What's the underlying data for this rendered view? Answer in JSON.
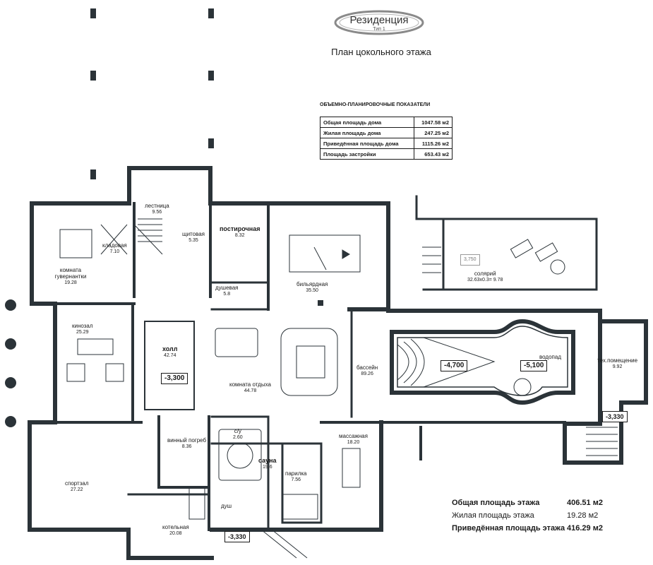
{
  "header": {
    "brand": "Резиденция",
    "brand_sub": "Тип 1",
    "plan_title": "План цокольного этажа"
  },
  "indicators": {
    "title": "ОБЪЕМНО-ПЛАНИРОВОЧНЫЕ ПОКАЗАТЕЛИ",
    "rows": [
      {
        "label": "Общая площадь дома",
        "value": "1047.58 м2"
      },
      {
        "label": "Жилая площадь дома",
        "value": "247.25 м2"
      },
      {
        "label": "Приведённая площадь дома",
        "value": "1115.26 м2"
      },
      {
        "label": "Площадь застройки",
        "value": "653.43 м2"
      }
    ]
  },
  "rooms": [
    {
      "name": "лестница",
      "area": "9.56"
    },
    {
      "name": "кладовая",
      "area": "7.10"
    },
    {
      "name": "щитовая",
      "area": "5.35"
    },
    {
      "name": "постирочная",
      "area": "8.32"
    },
    {
      "name": "душевая",
      "area": "5.8"
    },
    {
      "name": "бильярдная",
      "area": "35.50"
    },
    {
      "name": "солярий",
      "area": "32.63x0.3= 9.78"
    },
    {
      "name": "комната гувернантки",
      "area": "19.28"
    },
    {
      "name": "кинозал",
      "area": "25.29"
    },
    {
      "name": "холл",
      "area": "42.74"
    },
    {
      "name": "комната отдыха",
      "area": "44.78"
    },
    {
      "name": "бассейн",
      "area": "89.26"
    },
    {
      "name": "водопад",
      "area": ""
    },
    {
      "name": "тех.помещение",
      "area": "9.92"
    },
    {
      "name": "винный погреб",
      "area": "8.36"
    },
    {
      "name": "с/у",
      "area": "2.60"
    },
    {
      "name": "сауна",
      "area": "19.6"
    },
    {
      "name": "массажная",
      "area": "18.20"
    },
    {
      "name": "парилка",
      "area": "7.56"
    },
    {
      "name": "спортзал",
      "area": "27.22"
    },
    {
      "name": "котельная",
      "area": "20.08"
    },
    {
      "name": "душ",
      "area": ""
    }
  ],
  "levels": {
    "hall": "-3,300",
    "pool_shallow": "-4,700",
    "pool_deep": "-5,100",
    "stair_east": "-3,330",
    "stair_south": "-3,330",
    "solarium_mark": "3,750"
  },
  "summary": [
    {
      "label": "Общая площадь этажа",
      "value": "406.51 м2"
    },
    {
      "label": "Жилая площадь этажа",
      "value": "19.28 м2"
    },
    {
      "label": "Приведённая площадь этажа",
      "value": "416.29 м2"
    }
  ]
}
